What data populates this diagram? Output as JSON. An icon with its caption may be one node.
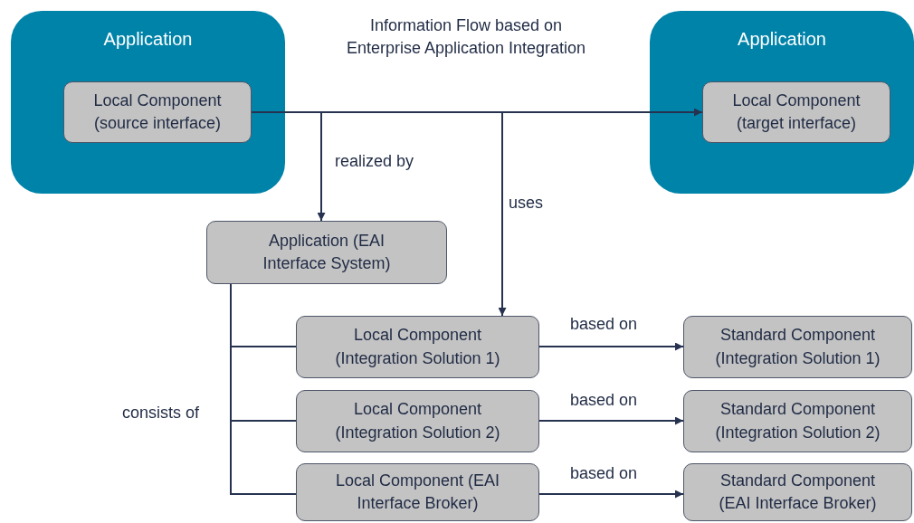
{
  "diagram": {
    "title": "Information Flow based on Enterprise Application Integration",
    "nodes": [
      {
        "text": [
          "Application"
        ]
      },
      {
        "text": [
          "Local Component (source interface)"
        ],
        "in": 0
      },
      {
        "text": [
          "Application"
        ]
      },
      {
        "text": [
          "Local Component (target interface)"
        ],
        "in": 2
      },
      {
        "text": [
          "Application (EAI Interface System)"
        ]
      },
      {
        "text": [
          "Local Component (Integration Solution 1)"
        ]
      },
      {
        "text": [
          "Local Component (Integration Solution 2)"
        ]
      },
      {
        "text": [
          "Local Component (EAI Interface Broker)"
        ]
      },
      {
        "text": [
          "Standard Component (Integration Solution 1)"
        ]
      },
      {
        "text": [
          "Standard Component (Integration Solution 2)"
        ]
      },
      {
        "text": [
          "Standard Component (EAI Interface Broker)"
        ]
      }
    ],
    "edges": [
      {
        "from": 1,
        "to": 3,
        "arrow": "to"
      },
      {
        "from": 1,
        "to": 4,
        "arrow": "to",
        "label": "realized by"
      },
      {
        "from": 1,
        "to": 5,
        "arrow": "to",
        "label": "uses"
      },
      {
        "from": 4,
        "to": 5,
        "arrow": "none"
      },
      {
        "from": 4,
        "to": 6,
        "arrow": "none",
        "label": "consists of"
      },
      {
        "from": 4,
        "to": 7,
        "arrow": "none"
      },
      {
        "from": 5,
        "to": 8,
        "arrow": "to",
        "label": "based on"
      },
      {
        "from": 6,
        "to": 9,
        "arrow": "to",
        "label": "based on"
      },
      {
        "from": 7,
        "to": 10,
        "arrow": "to",
        "label": "based on"
      }
    ]
  }
}
